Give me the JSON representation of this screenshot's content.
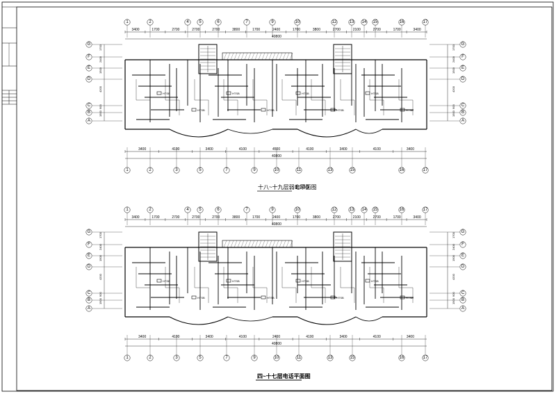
{
  "drawing": {
    "plan_top": {
      "caption": "十八~十九层弱电平面图",
      "scale": "1:100",
      "dims_top": [
        "3400",
        "1700",
        "2700",
        "2700",
        "2700",
        "3800",
        "1700",
        "2400",
        "1700",
        "3800",
        "2700",
        "2100",
        "2700",
        "1700",
        "3400"
      ],
      "dims_bottom": [
        "3400",
        "4100",
        "3400",
        "4100",
        "4500",
        "4100",
        "3400",
        "4100",
        "3400"
      ],
      "total_top": "40800",
      "total_bottom": "40800",
      "axes_top": [
        "1",
        "2",
        "4",
        "5",
        "6",
        "7",
        "9",
        "10",
        "12",
        "13",
        "14",
        "15",
        "16",
        "17"
      ],
      "axes_bottom": [
        "1",
        "2",
        "3",
        "5",
        "7",
        "9",
        "10",
        "11",
        "13",
        "15",
        "16",
        "17"
      ],
      "axes_side": [
        "G",
        "F",
        "E",
        "D",
        "C",
        "B",
        "A"
      ],
      "side_dims": [
        "1700",
        "2400",
        "1500",
        "4200",
        "900",
        "1500"
      ]
    },
    "plan_bottom": {
      "caption": "四~十七层电话平面图",
      "dims_top": [
        "3400",
        "1700",
        "2700",
        "2700",
        "2700",
        "3800",
        "1700",
        "2400",
        "1700",
        "3800",
        "2700",
        "2100",
        "2700",
        "1700",
        "3400"
      ],
      "dims_bottom": [
        "3400",
        "4100",
        "3400",
        "4100",
        "2400",
        "4100",
        "3400",
        "4100",
        "3400"
      ],
      "total_top": "40800",
      "total_bottom": "40800",
      "axes_top": [
        "1",
        "2",
        "4",
        "5",
        "6",
        "7",
        "9",
        "10",
        "12",
        "13",
        "14",
        "15",
        "16",
        "17"
      ],
      "axes_bottom": [
        "1",
        "2",
        "3",
        "5",
        "7",
        "9",
        "10",
        "11",
        "13",
        "15",
        "16",
        "17"
      ],
      "axes_side": [
        "G",
        "F",
        "E",
        "D",
        "C",
        "B",
        "A"
      ],
      "side_dims": [
        "1700",
        "2400",
        "1500",
        "4200",
        "900",
        "1500"
      ]
    },
    "room_tags": [
      "HTSB",
      "HTSB",
      "HTSB",
      "HTSB",
      "HTSB",
      "HTSB",
      "HTSB",
      "HTSB"
    ]
  }
}
